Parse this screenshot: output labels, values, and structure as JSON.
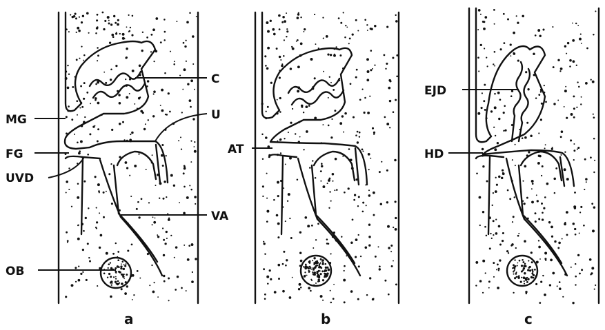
{
  "figure": {
    "panels": [
      {
        "id": "a",
        "caption": "a",
        "labels": [
          "C",
          "MG",
          "U",
          "FG",
          "UVD",
          "VA",
          "OB"
        ]
      },
      {
        "id": "b",
        "caption": "b",
        "labels": [
          "AT"
        ]
      },
      {
        "id": "c",
        "caption": "c",
        "labels": [
          "EJD",
          "HD"
        ]
      }
    ]
  },
  "colors": {
    "ink": "#111111",
    "background": "#ffffff"
  }
}
